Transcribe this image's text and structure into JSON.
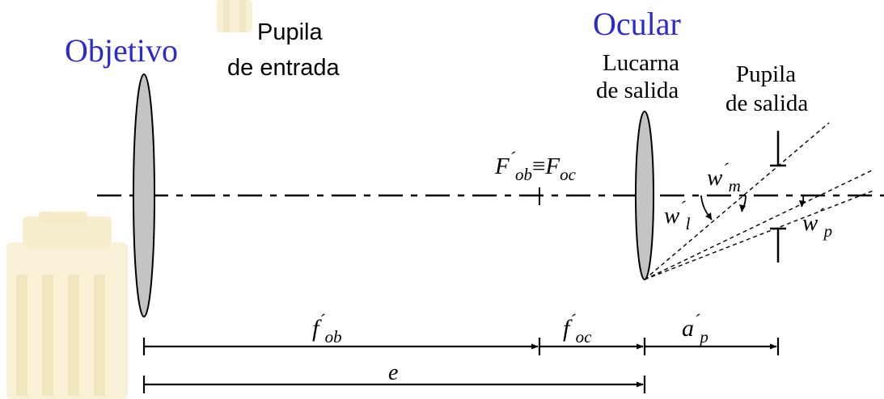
{
  "labels": {
    "objetivo": "Objetivo",
    "ocular": "Ocular",
    "pupila_entrada_line1": "Pupila",
    "pupila_entrada_line2": "de entrada",
    "lucarna_line1": "Lucarna",
    "lucarna_line2": "de salida",
    "pupila_salida_line1": "Pupila",
    "pupila_salida_line2": "de salida"
  },
  "symbols": {
    "focal_point": {
      "main": "F",
      "sup": "´",
      "sub": "ob",
      "equiv": "≡",
      "main2": "F",
      "sub2": "oc"
    },
    "w_m": {
      "main": "w",
      "sup": "´",
      "sub": "m"
    },
    "w_l": {
      "main": "w",
      "sup": "´",
      "sub": "l"
    },
    "w_p": {
      "main": "w",
      "sup": "´",
      "sub": "p"
    },
    "f_ob": {
      "main": "f",
      "sup": "´",
      "sub": "ob"
    },
    "f_oc": {
      "main": "f",
      "sup": "´",
      "sub": "oc"
    },
    "a_p": {
      "main": "a",
      "sup": "´",
      "sub": "p"
    },
    "e": {
      "main": "e"
    }
  },
  "colors": {
    "title_blue": "#2a2ad0",
    "lens_fill": "#c4c4c4",
    "ink": "#000000",
    "watermark": "#eedda0"
  }
}
